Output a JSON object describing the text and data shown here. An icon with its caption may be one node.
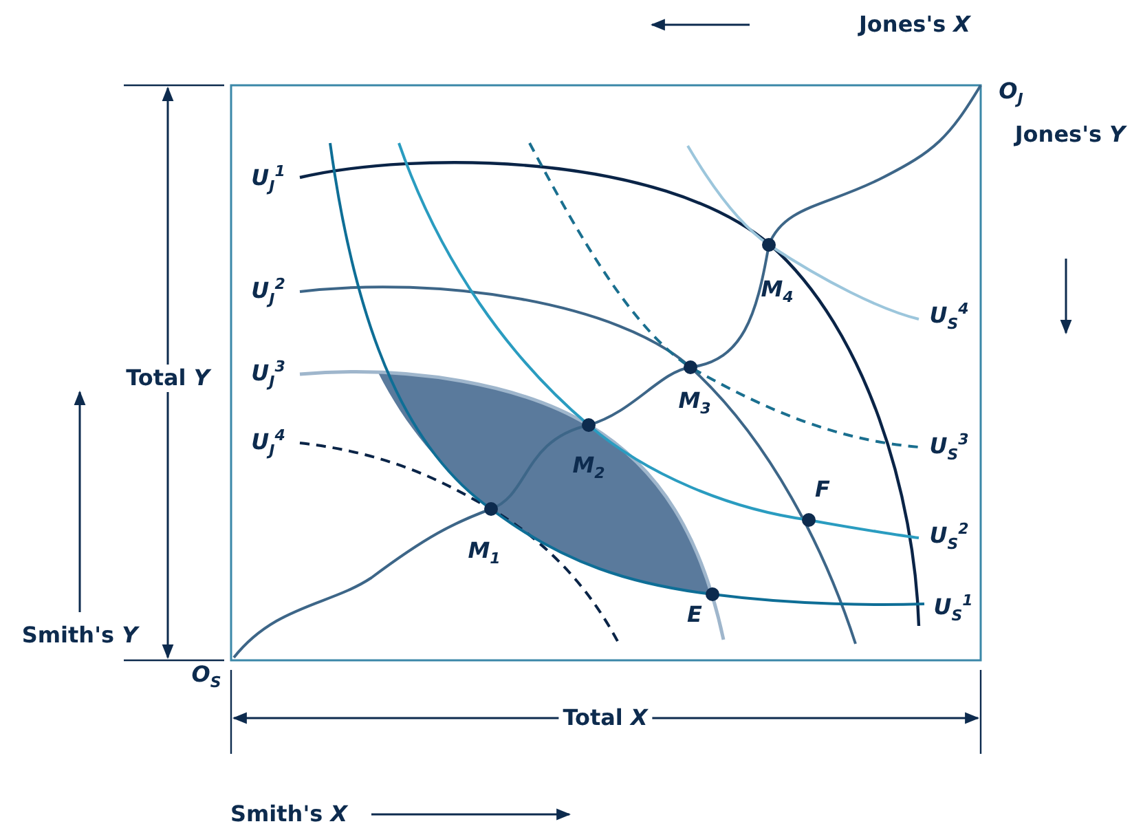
{
  "diagram": {
    "labels": [
      "Jones's *X*",
      "O$_{J}$",
      "Jones's *Y*",
      "U$_{J}$$^{1}$",
      "U$_{J}$$^{2}$",
      "M$_{4}$",
      "U$_{S}$$^{4}$",
      "Total *Y*",
      "U$_{J}$$^{3}$",
      "M$_{3}$",
      "U$_{J}$$^{4}$",
      "M$_{2}$",
      "U$_{S}$$^{3}$",
      "F",
      "U$_{S}$$^{2}$",
      "M$_{1}$",
      "E",
      "U$_{S}$$^{1}$",
      "Smith's *Y*",
      "O$_{S}$",
      "Total *X*",
      "Smith's *X*"
    ]
  }
}
